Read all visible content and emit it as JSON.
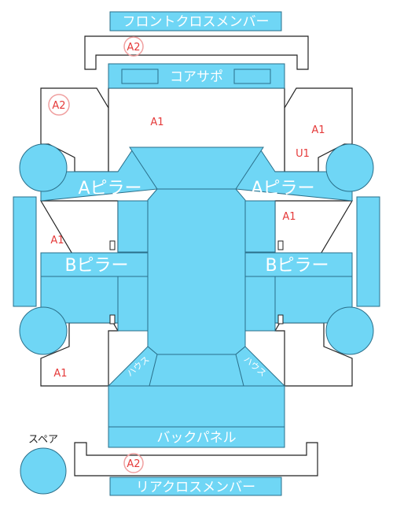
{
  "parts": {
    "front_cross_member": "フロントクロスメンバー",
    "core_support": "コアサポ",
    "a_pillar_left": "Aピラー",
    "a_pillar_right": "Aピラー",
    "b_pillar_left": "Bピラー",
    "b_pillar_right": "Bピラー",
    "back_panel": "バックパネル",
    "rear_cross_member": "リアクロスメンバー",
    "spare": "スペア",
    "curved_left": "ハウス",
    "curved_right": "ハウス"
  },
  "markers": {
    "front_a2": "A2",
    "left_top_a2": "A2",
    "center_a1": "A1",
    "right_top_a1": "A1",
    "right_u1": "U1",
    "right_mid_a1": "A1",
    "left_mid_a1": "A1",
    "left_bottom_a1": "A1",
    "rear_a2": "A2"
  },
  "colors": {
    "panel_fill": "#6fd6f5",
    "panel_stroke": "#2a6f8a",
    "marker_red": "#e53a3a",
    "circle_outline": "#f0a0a0"
  }
}
